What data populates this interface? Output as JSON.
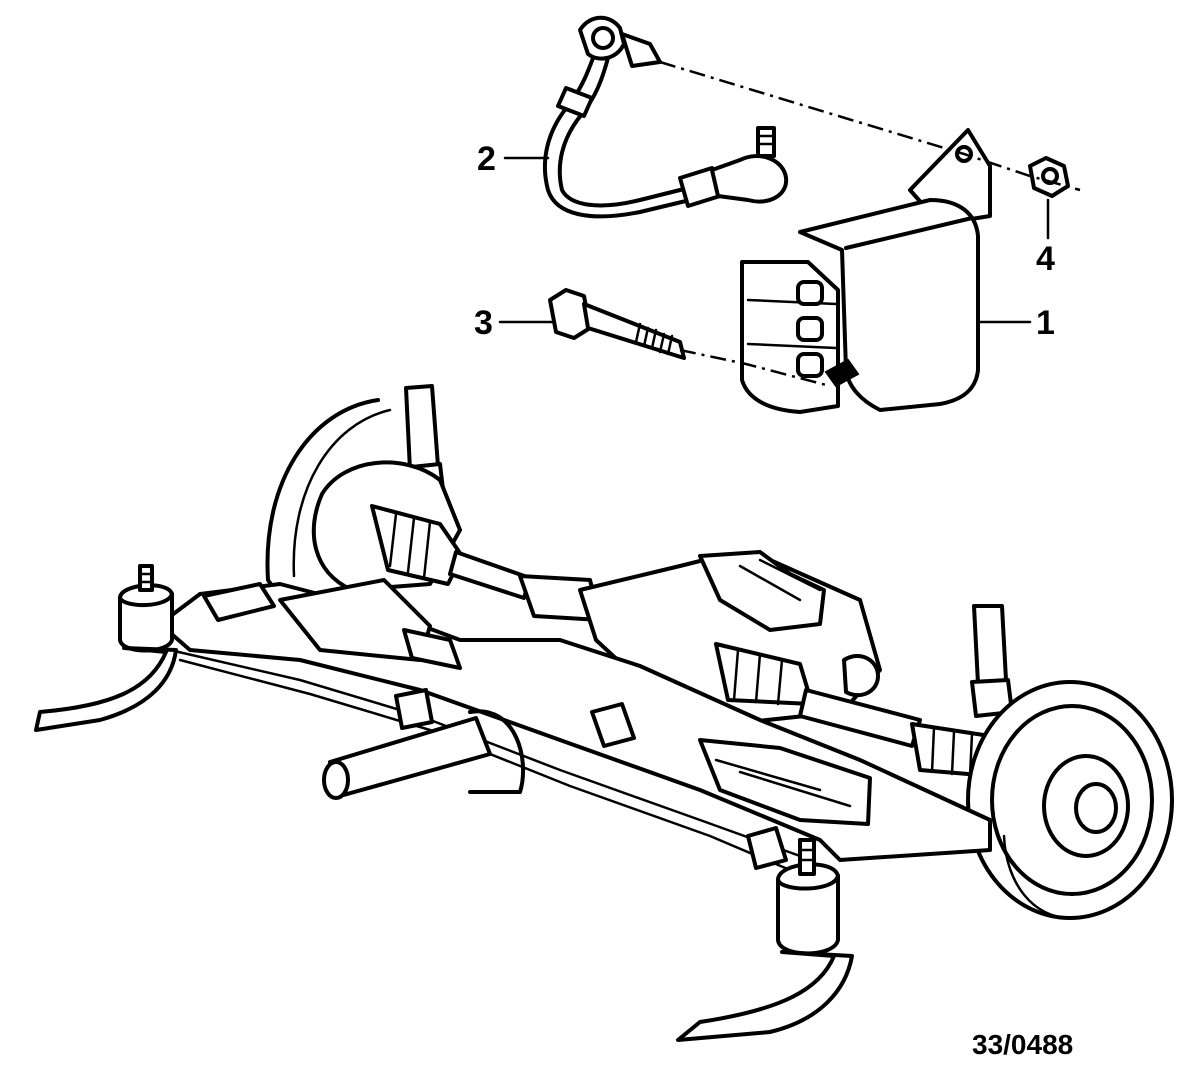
{
  "diagram": {
    "callouts": [
      {
        "id": "1",
        "text": "1"
      },
      {
        "id": "2",
        "text": "2"
      },
      {
        "id": "3",
        "text": "3"
      },
      {
        "id": "4",
        "text": "4"
      }
    ],
    "reference_code": "33/0488"
  }
}
